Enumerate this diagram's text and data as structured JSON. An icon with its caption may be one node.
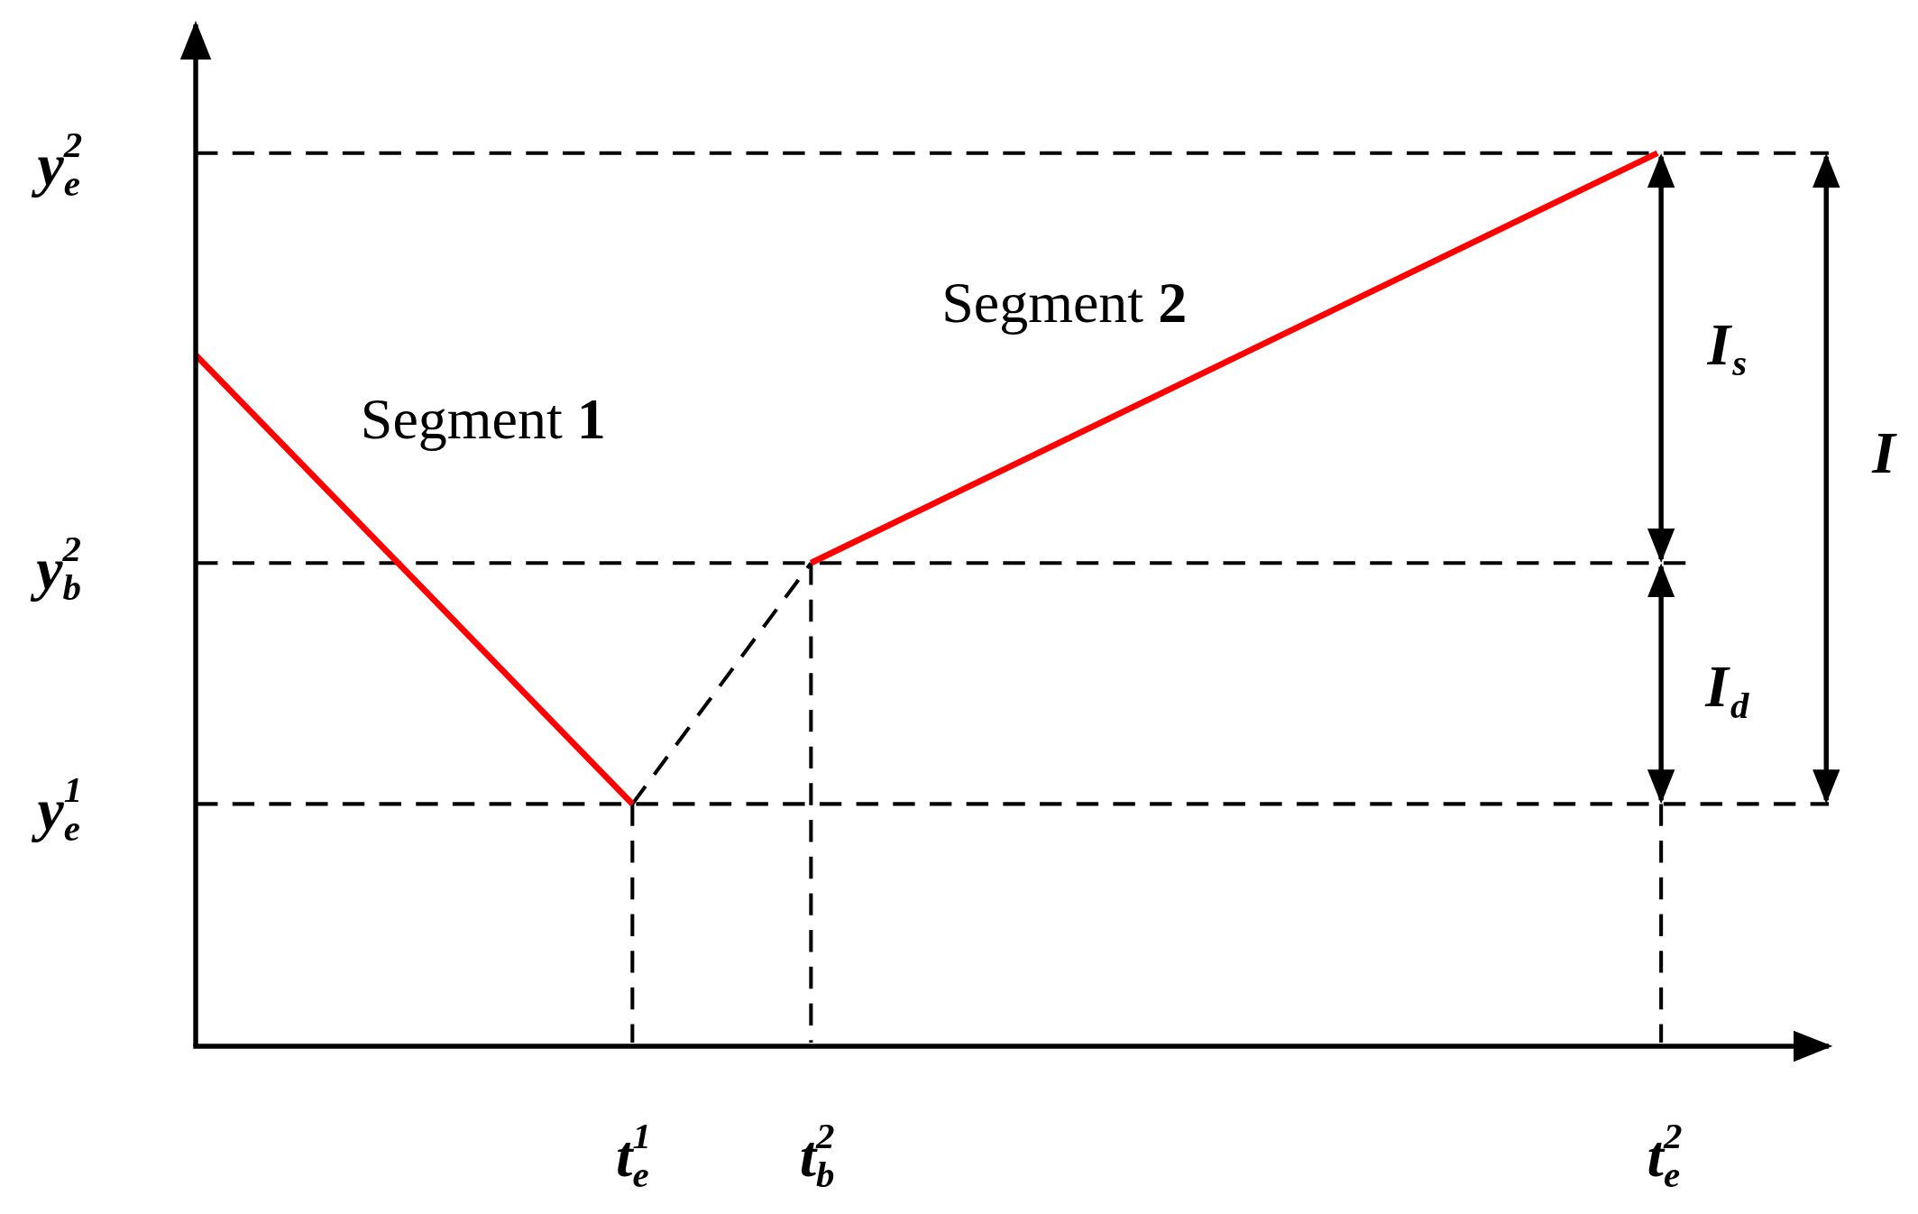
{
  "diagram": {
    "labels": [
      "y$^{2}$$_{e}$",
      "Segment **2**",
      "I$_{s}$",
      "I",
      "Segment **1**",
      "y$^{2}$$_{b}$",
      "I$_{d}$",
      "y$^{1}$$_{e}$",
      "t$^{1}$$_{e}$",
      "t$^{2}$$_{b}$",
      "t$^{2}$$_{e}$"
    ]
  }
}
